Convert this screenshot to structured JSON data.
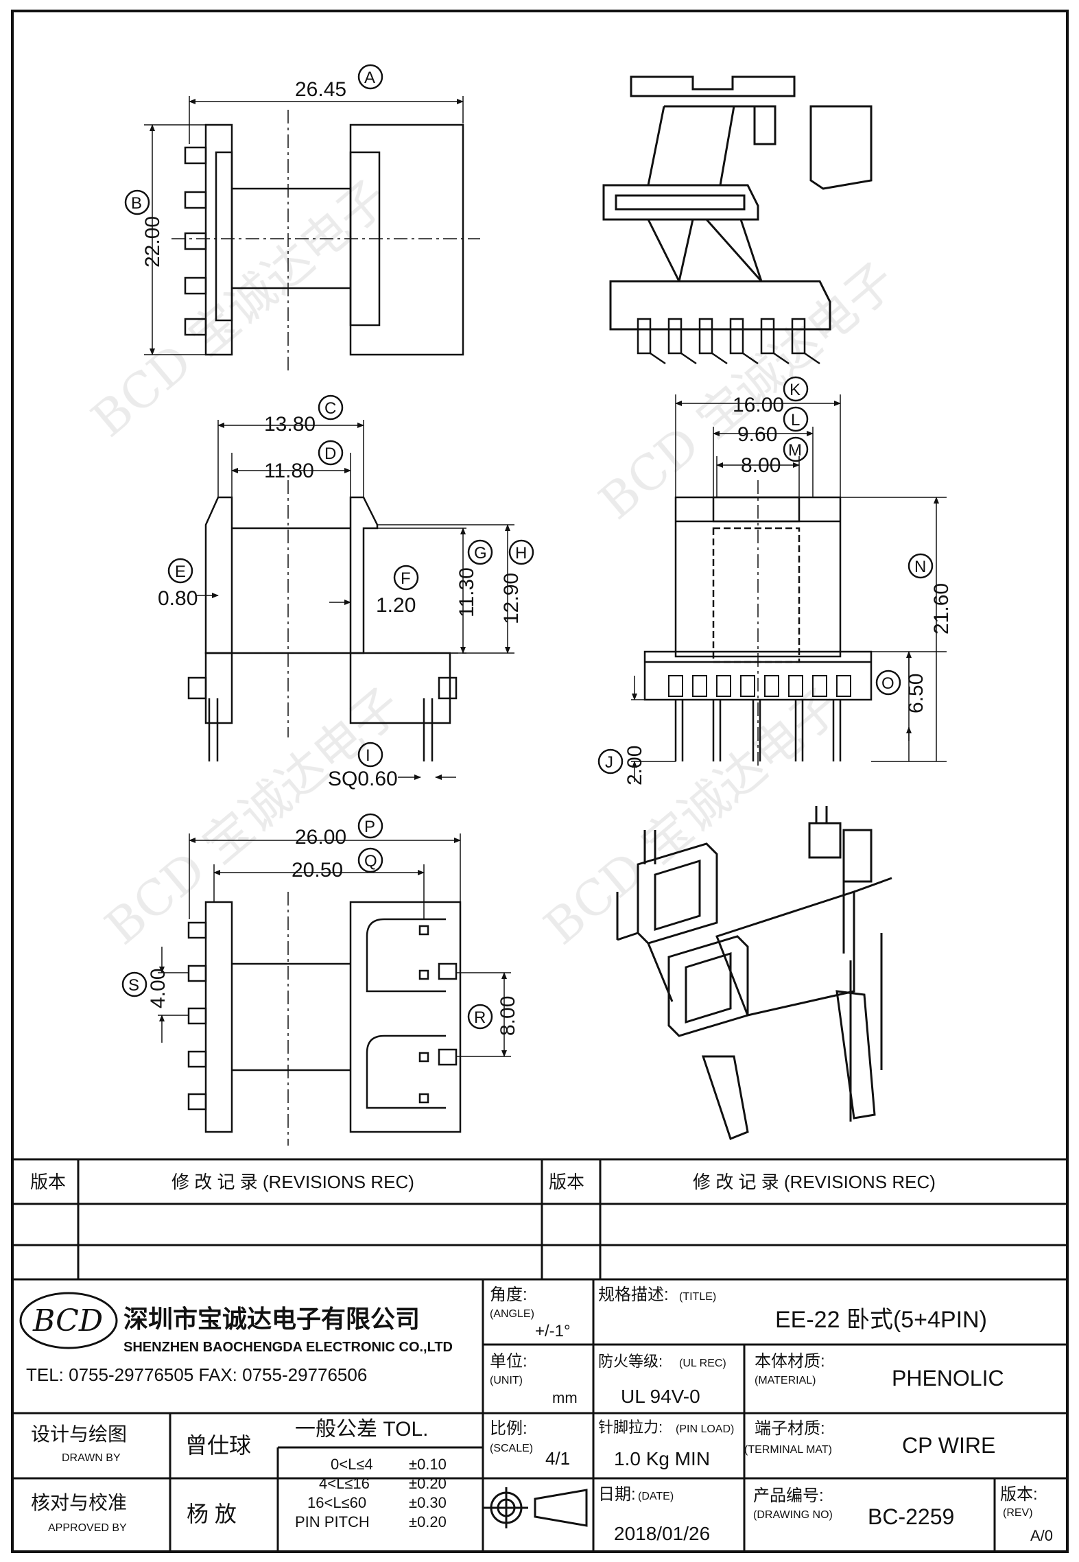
{
  "watermark": "BCD 宝诚达电子",
  "views": {
    "top": {
      "A": "A",
      "dim_a": "26.45",
      "B": "B",
      "dim_b": "22.00"
    },
    "front": {
      "C": "C",
      "dim_c": "13.80",
      "D": "D",
      "dim_d": "11.80",
      "E": "E",
      "dim_e": "0.80",
      "F": "F",
      "dim_f": "1.20",
      "G": "G",
      "dim_g": "11.30",
      "H": "H",
      "dim_h": "12.90",
      "I": "I",
      "dim_i": "SQ0.60"
    },
    "side": {
      "K": "K",
      "dim_k": "16.00",
      "L": "L",
      "dim_l": "9.60",
      "M": "M",
      "dim_m": "8.00",
      "N": "N",
      "dim_n": "21.60",
      "O": "O",
      "dim_o": "6.50",
      "J": "J",
      "dim_j": "2.00"
    },
    "bottom": {
      "P": "P",
      "dim_p": "26.00",
      "Q": "Q",
      "dim_q": "20.50",
      "S": "S",
      "dim_s": "4.00",
      "R": "R",
      "dim_r": "8.00"
    }
  },
  "revisions": {
    "ver_label": "版本",
    "rev_label": "修 改 记 录 (REVISIONS REC)"
  },
  "company": {
    "logo": "BCD",
    "name_cn": "深圳市宝诚达电子有限公司",
    "name_en": "SHENZHEN BAOCHENGDA ELECTRONIC CO.,LTD",
    "contact": "TEL: 0755-29776505  FAX: 0755-29776506"
  },
  "title_block": {
    "angle_label": "角度:",
    "angle_en": "(ANGLE)",
    "angle_val": "+/-1°",
    "title_label": "规格描述:",
    "title_en": "(TITLE)",
    "title_val": "EE-22 卧式(5+4PIN)",
    "unit_label": "单位:",
    "unit_en": "(UNIT)",
    "unit_val": "mm",
    "ul_label": "防火等级:",
    "ul_en": "(UL REC)",
    "ul_val": "UL 94V-0",
    "mat_label": "本体材质:",
    "mat_en": "(MATERIAL)",
    "mat_val": "PHENOLIC",
    "drawn_label": "设计与绘图",
    "drawn_en": "DRAWN BY",
    "drawn_val": "曾仕球",
    "tol_label": "一般公差 TOL.",
    "tol_rows": [
      [
        "0<L≤4",
        "±0.10"
      ],
      [
        "4<L≤16",
        "±0.20"
      ],
      [
        "16<L≤60",
        "±0.30"
      ],
      [
        "PIN PITCH",
        "±0.20"
      ]
    ],
    "scale_label": "比例:",
    "scale_en": "(SCALE)",
    "scale_val": "4/1",
    "pin_label": "针脚拉力:",
    "pin_en": "(PIN LOAD)",
    "pin_val": "1.0 Kg MIN",
    "term_label": "端子材质:",
    "term_en": "(TERMINAL MAT)",
    "term_val": "CP WIRE",
    "appr_label": "核对与校准",
    "appr_en": "APPROVED BY",
    "appr_val": "杨  放",
    "date_label": "日期:",
    "date_en": "(DATE)",
    "date_val": "2018/01/26",
    "dwg_label": "产品编号:",
    "dwg_en": "(DRAWING NO)",
    "dwg_val": "BC-2259",
    "rev_label": "版本:",
    "rev_en": "(REV)",
    "rev_val": "A/0"
  }
}
